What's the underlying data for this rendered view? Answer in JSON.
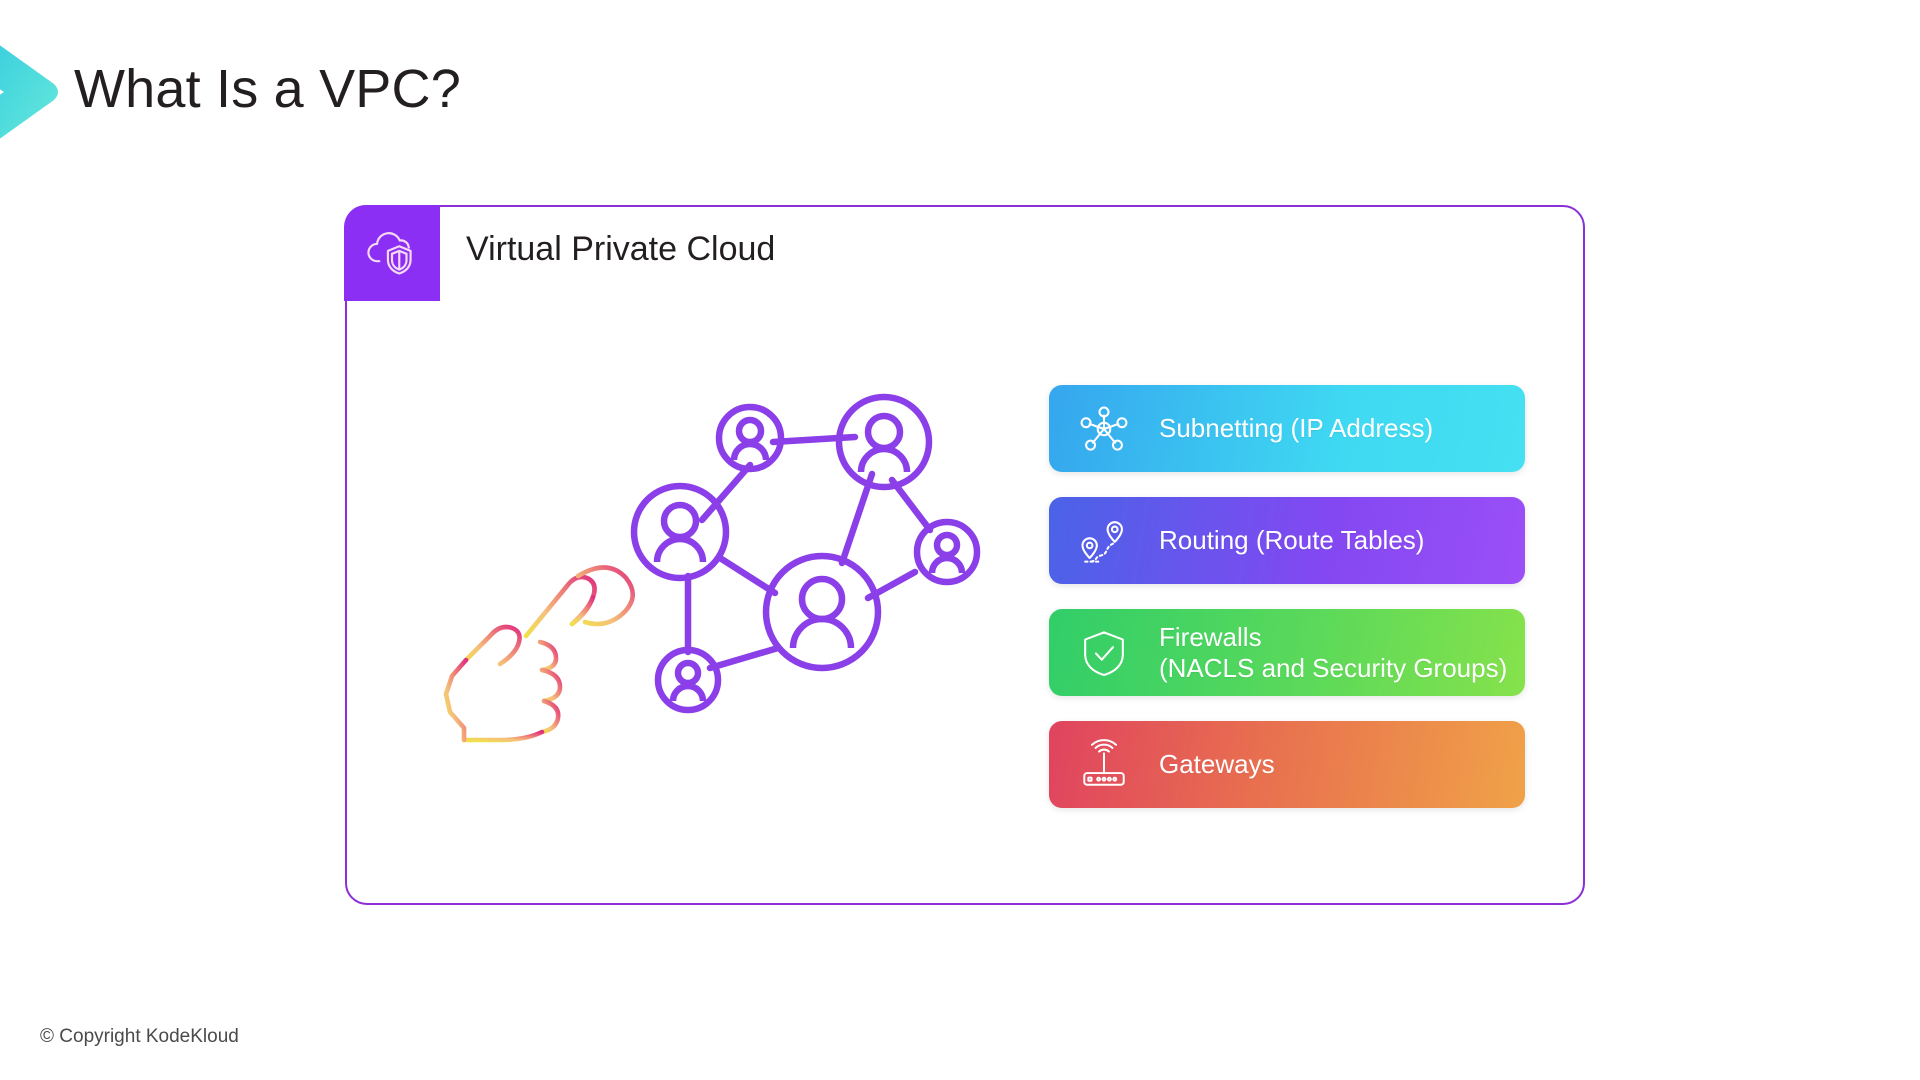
{
  "slide": {
    "title": "What Is a VPC?",
    "footer": "© Copyright KodeKloud",
    "accent_colors": {
      "chevron_start": "#2FC6E0",
      "chevron_end": "#5EE6DC",
      "card_border": "#8B2FD6",
      "badge_bg": "#8B2FF5",
      "network_illustration": "#8B3FE8",
      "title_text": "#231f20"
    }
  },
  "card": {
    "badge_icon": "cloud-shield-icon",
    "title": "Virtual Private Cloud"
  },
  "illustration": {
    "hand_icon": "pointing-hand-icon",
    "network_icon": "user-network-graph-icon",
    "network_nodes": 6
  },
  "features": [
    {
      "icon": "network-hub-icon",
      "label": "Subnetting (IP Address)",
      "gradient_from": "#35A6EE",
      "gradient_to": "#46E0F2"
    },
    {
      "icon": "route-map-pin-icon",
      "label": "Routing (Route Tables)",
      "gradient_from": "#4A63E7",
      "gradient_to": "#9B4FF7"
    },
    {
      "icon": "shield-check-icon",
      "label": "Firewalls\n(NACLS and Security Groups)",
      "gradient_from": "#31CE69",
      "gradient_to": "#86E24B"
    },
    {
      "icon": "router-antenna-icon",
      "label": "Gateways",
      "gradient_from": "#E0435F",
      "gradient_to": "#F0A248"
    }
  ]
}
